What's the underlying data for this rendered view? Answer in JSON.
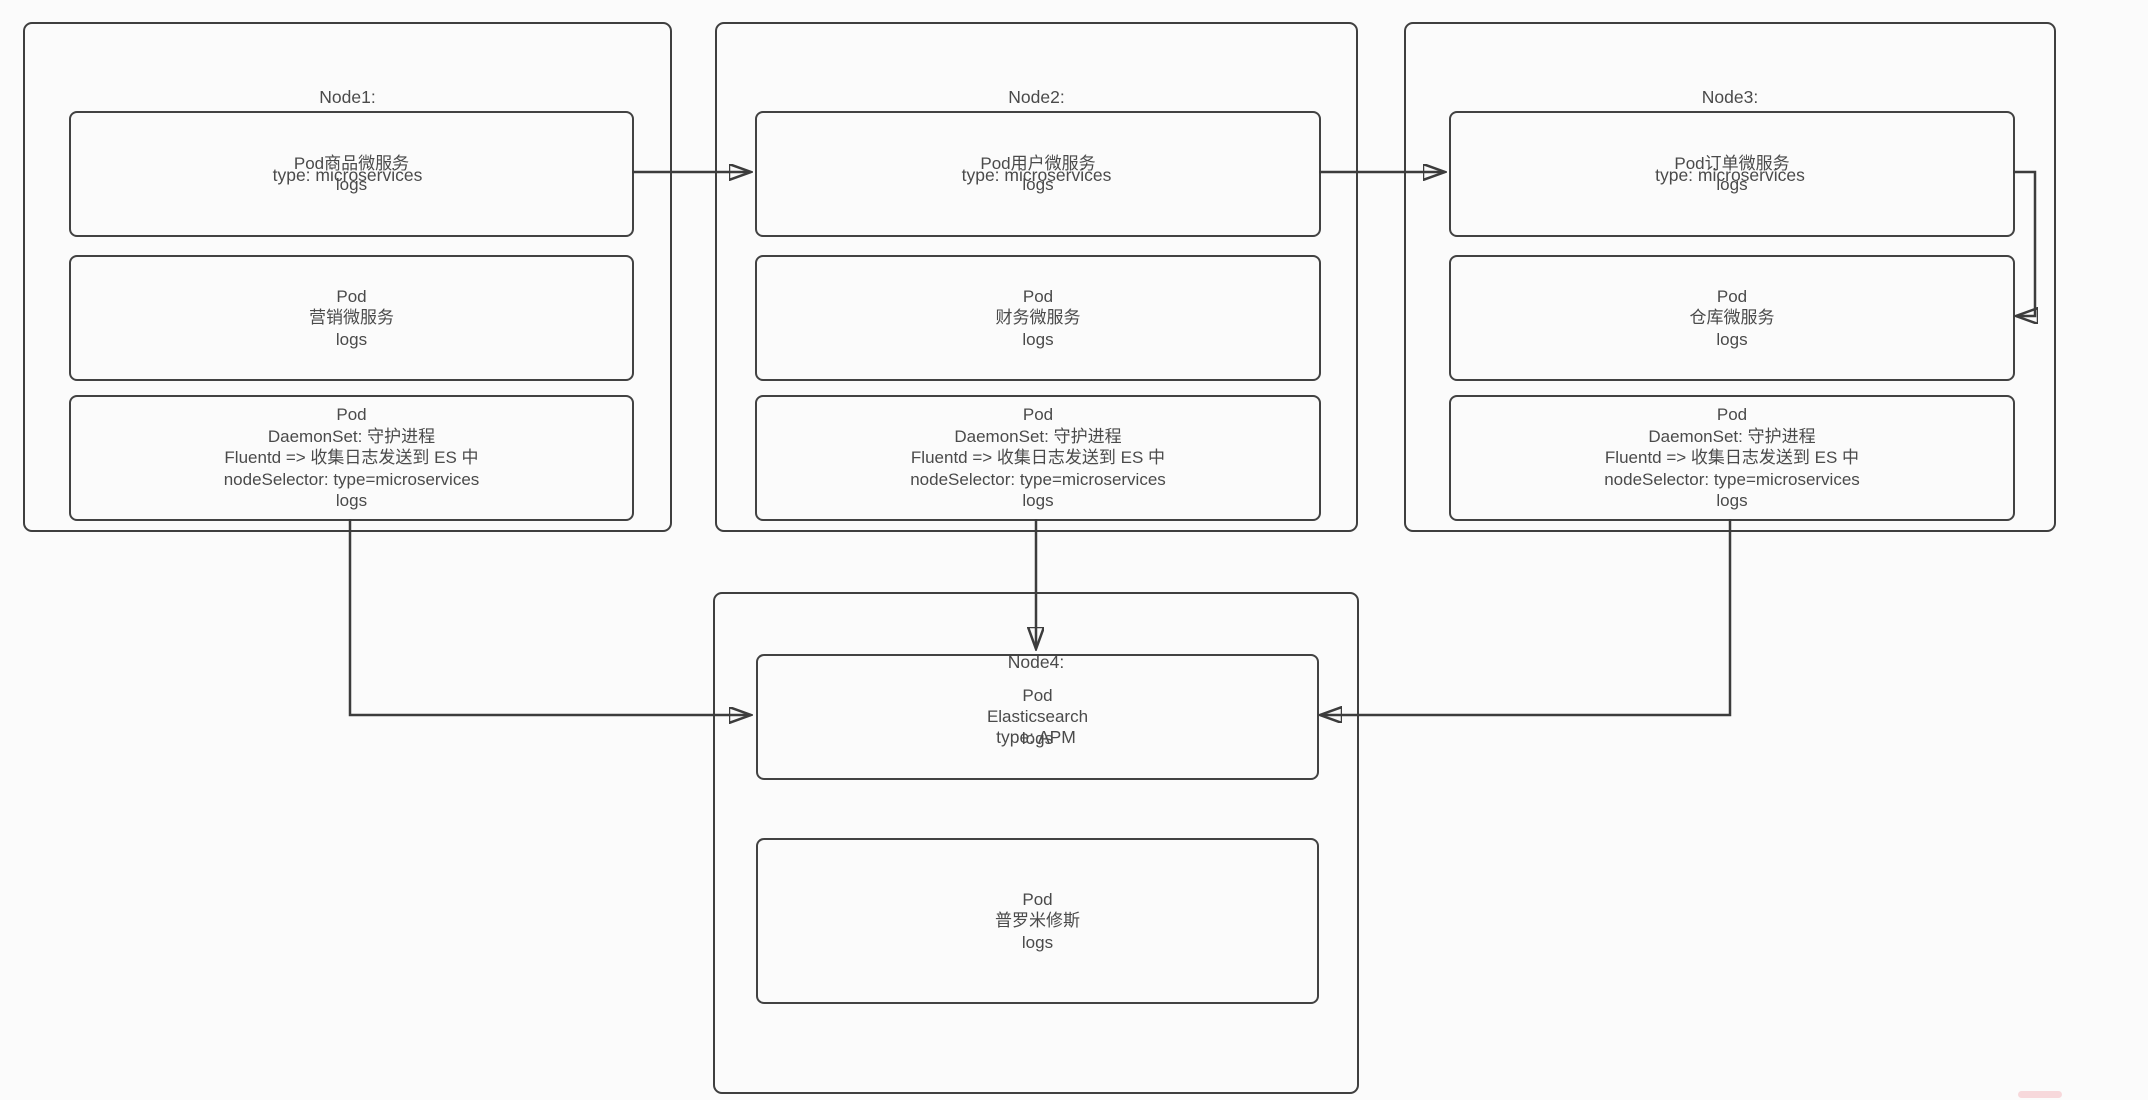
{
  "colors": {
    "line": "#3c3c3c",
    "border": "#3f3f3f",
    "text": "#4a4a4a",
    "background": "#fbfbfb"
  },
  "nodes": [
    {
      "id": "node1",
      "title": [
        "Node1:",
        "type: microservices"
      ],
      "pods": [
        {
          "id": "product-pod",
          "lines": [
            "Pod商品微服务",
            "logs"
          ]
        },
        {
          "id": "marketing-pod",
          "lines": [
            "Pod",
            "营销微服务",
            "logs"
          ]
        },
        {
          "id": "daemonset-pod",
          "lines": [
            "Pod",
            "DaemonSet: 守护进程",
            "Fluentd => 收集日志发送到 ES 中",
            "nodeSelector: type=microservices",
            "logs"
          ]
        }
      ]
    },
    {
      "id": "node2",
      "title": [
        "Node2:",
        "type: microservices"
      ],
      "pods": [
        {
          "id": "user-pod",
          "lines": [
            "Pod用户微服务",
            "logs"
          ]
        },
        {
          "id": "finance-pod",
          "lines": [
            "Pod",
            "财务微服务",
            "logs"
          ]
        },
        {
          "id": "daemonset-pod",
          "lines": [
            "Pod",
            "DaemonSet: 守护进程",
            "Fluentd => 收集日志发送到 ES 中",
            "nodeSelector: type=microservices",
            "logs"
          ]
        }
      ]
    },
    {
      "id": "node3",
      "title": [
        "Node3:",
        "type: microservices"
      ],
      "pods": [
        {
          "id": "order-pod",
          "lines": [
            "Pod订单微服务",
            "logs"
          ]
        },
        {
          "id": "warehouse-pod",
          "lines": [
            "Pod",
            "仓库微服务",
            "logs"
          ]
        },
        {
          "id": "daemonset-pod",
          "lines": [
            "Pod",
            "DaemonSet: 守护进程",
            "Fluentd => 收集日志发送到 ES 中",
            "nodeSelector: type=microservices",
            "logs"
          ]
        }
      ]
    },
    {
      "id": "node4",
      "title": [
        "Node4:",
        "type: APM"
      ],
      "pods": [
        {
          "id": "elasticsearch-pod",
          "lines": [
            "Pod",
            "Elasticsearch",
            "logs"
          ]
        },
        {
          "id": "prometheus-pod",
          "lines": [
            "Pod",
            "普罗米修斯",
            "logs"
          ]
        }
      ]
    }
  ],
  "edges": [
    {
      "from": "node1.product-pod",
      "to": "node2.user-pod"
    },
    {
      "from": "node2.user-pod",
      "to": "node3.order-pod"
    },
    {
      "from": "node3.order-pod",
      "to": "node3.warehouse-pod"
    },
    {
      "from": "node1.daemonset-pod",
      "to": "node4.elasticsearch-pod"
    },
    {
      "from": "node2.daemonset-pod",
      "to": "node4.elasticsearch-pod"
    },
    {
      "from": "node3.daemonset-pod",
      "to": "node4.elasticsearch-pod"
    }
  ]
}
